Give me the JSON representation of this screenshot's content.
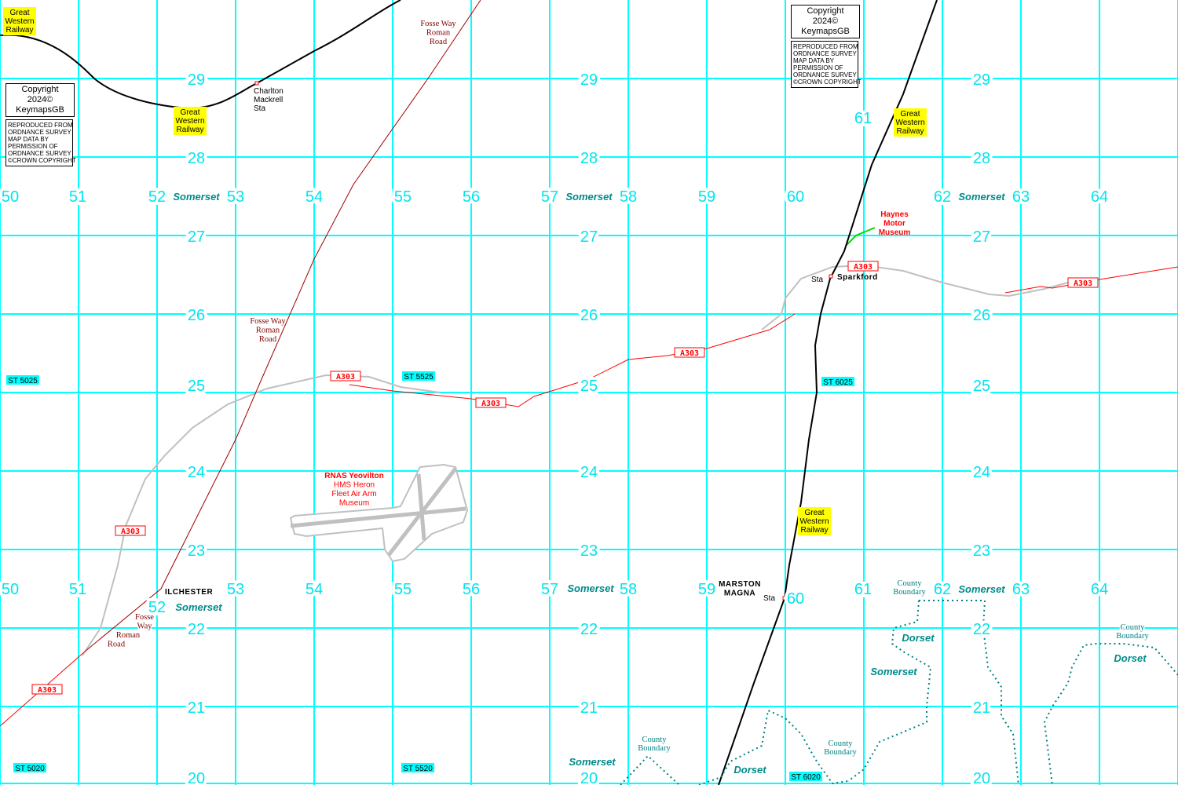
{
  "map": {
    "grid_color": "#00ffff",
    "road_color": "#ff0000",
    "old_road_color": "#c0c0c0",
    "roman_road_color": "#800000",
    "railway_color": "#000000",
    "boundary_color": "#008080",
    "label_highlight_color": "#ffff00",
    "ref_highlight_color": "#00ffff"
  },
  "northing_labels": [
    "29",
    "28",
    "27",
    "26",
    "25",
    "24",
    "23",
    "22",
    "21",
    "20"
  ],
  "easting_labels": [
    "50",
    "51",
    "52",
    "53",
    "54",
    "55",
    "56",
    "57",
    "58",
    "59",
    "60",
    "61",
    "62",
    "63",
    "64"
  ],
  "county_names": {
    "somerset": "Somerset",
    "dorset": "Dorset"
  },
  "county_boundary_label": [
    "County",
    "Boundary"
  ],
  "grid_refs": [
    "ST 5025",
    "ST 5525",
    "ST 6025",
    "ST 5020",
    "ST 5520",
    "ST 6020"
  ],
  "road_labels": {
    "a303": "A303"
  },
  "railway_label": [
    "Great",
    "Western",
    "Railway"
  ],
  "roman_road_label": [
    "Fosse Way",
    "Roman",
    "Road"
  ],
  "roman_road_label_split": [
    "Fosse",
    "Way",
    "Roman",
    "Road"
  ],
  "places": {
    "charlton_mackrell": [
      "Charlton",
      "Mackrell",
      "Sta"
    ],
    "ilchester": "ILCHESTER",
    "marston_magna": [
      "MARSTON",
      "MAGNA"
    ],
    "station": "Sta",
    "sparkford": "Sparkford",
    "haynes": [
      "Haynes",
      "Motor",
      "Museum"
    ],
    "rnas": [
      "RNAS Yeovilton",
      "HMS Heron",
      "Fleet Air Arm",
      "Museum"
    ]
  },
  "copyright": {
    "line1": "Copyright 2024©",
    "line2": "KeymapsGB",
    "os_notice": [
      "REPRODUCED FROM",
      "ORDNANCE SURVEY",
      "MAP DATA BY",
      "PERMISSION OF",
      "ORDNANCE SURVEY",
      "©CROWN COPYRIGHT"
    ]
  }
}
